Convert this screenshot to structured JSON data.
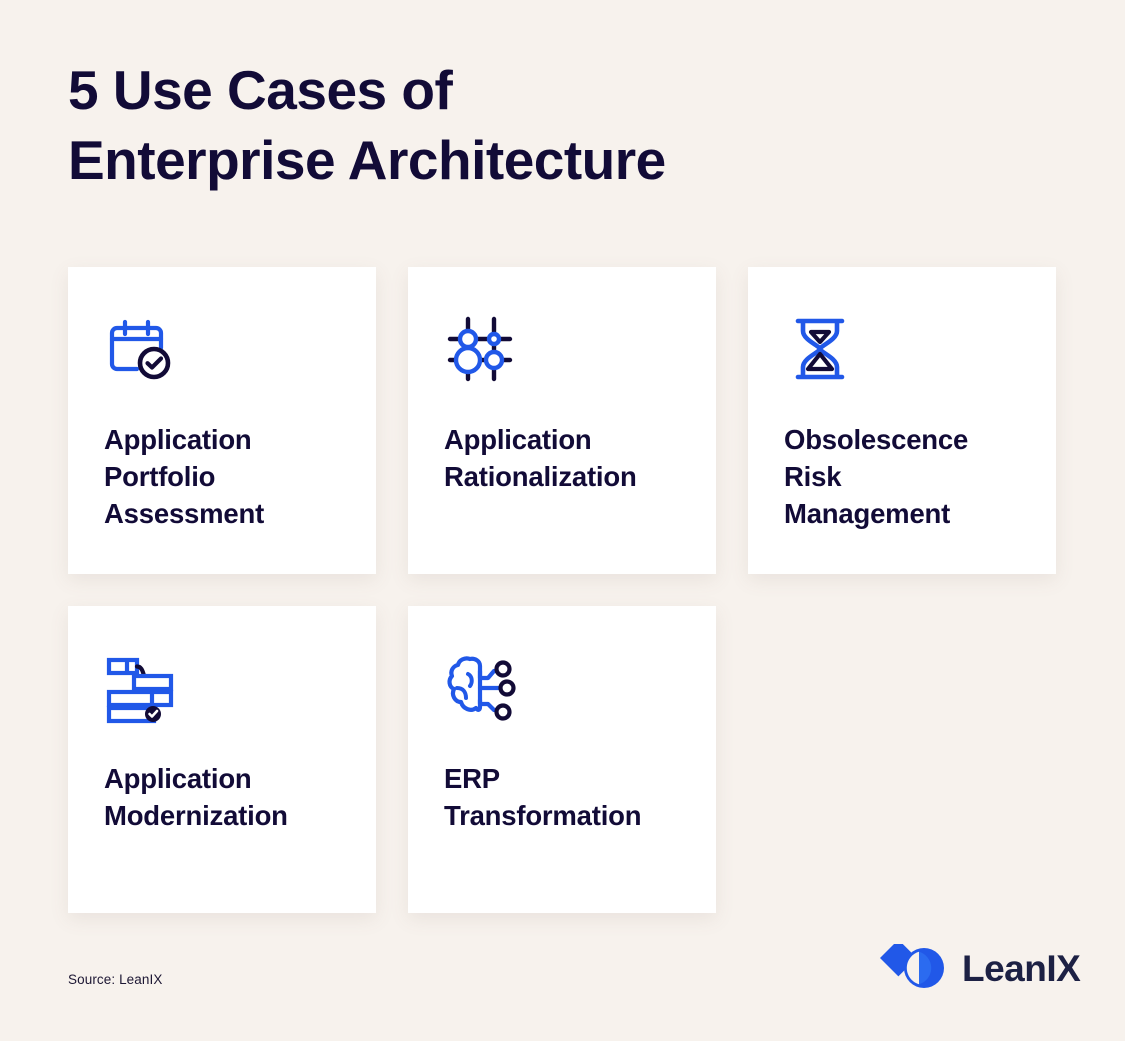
{
  "colors": {
    "background": "#f7f2ed",
    "card": "#ffffff",
    "navy": "#120b37",
    "blue": "#2158e8",
    "logo_blue": "#2158e8",
    "logo_text": "#1d2144"
  },
  "header": {
    "title_line_1": "5 Use Cases of",
    "title_line_2": "Enterprise Architecture"
  },
  "cards": [
    {
      "icon": "calendar-check-icon",
      "label": "Application\nPortfolio\nAssessment"
    },
    {
      "icon": "network-nodes-icon",
      "label": "Application\nRationalization"
    },
    {
      "icon": "hourglass-icon",
      "label": "Obsolescence\nRisk\nManagement"
    },
    {
      "icon": "gantt-chart-icon",
      "label": "Application\nModernization"
    },
    {
      "icon": "brain-circuit-icon",
      "label": "ERP\nTransformation"
    }
  ],
  "footer": {
    "source": "Source: LeanIX",
    "logo_text": "LeanIX",
    "logo_mark": "leanix-logo-icon"
  }
}
